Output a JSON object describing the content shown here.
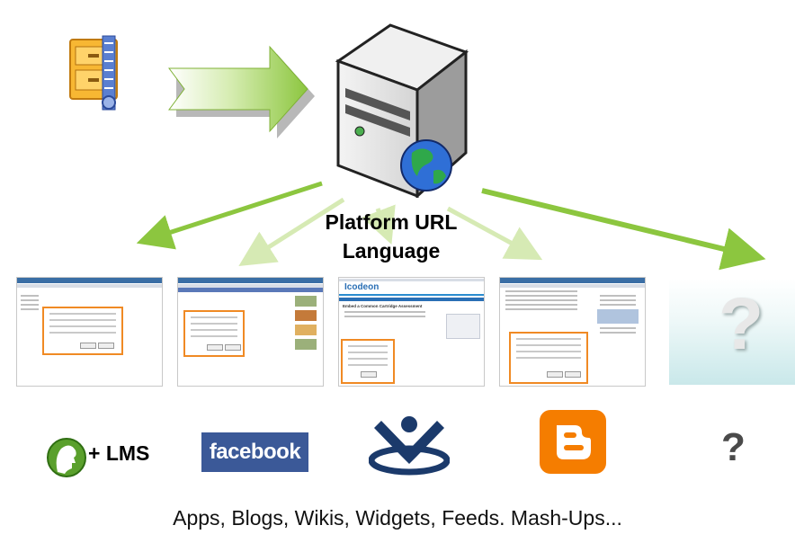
{
  "diagram": {
    "center_label_line1": "Platform URL",
    "center_label_line2": "Language",
    "caption": "Apps, Blogs, Wikis, Widgets, Feeds. Mash-Ups...",
    "thumbnails": [
      {
        "name": "lms-screenshot"
      },
      {
        "name": "facebook-screenshot"
      },
      {
        "name": "icodeon-screenshot",
        "brand_text": "Icodeon",
        "heading": "Embed a Common Cartridge Assessment"
      },
      {
        "name": "blogger-screenshot"
      },
      {
        "name": "unknown-platform-placeholder",
        "text": "?"
      }
    ],
    "logos": {
      "lms_text": "+ LMS",
      "facebook_text": "facebook",
      "unknown_text": "?"
    },
    "icons": [
      "zip-archive-icon",
      "server-globe-icon",
      "lms-head-icon",
      "joomla-logo-icon",
      "blogger-logo-icon"
    ],
    "colors": {
      "arrow_green": "#8cc63f",
      "arrow_light": "#d9ecb8",
      "facebook_blue": "#3b5998",
      "blogger_orange": "#f57d00",
      "joomla_navy": "#1b3a6b",
      "highlight_orange": "#f08a24"
    }
  }
}
